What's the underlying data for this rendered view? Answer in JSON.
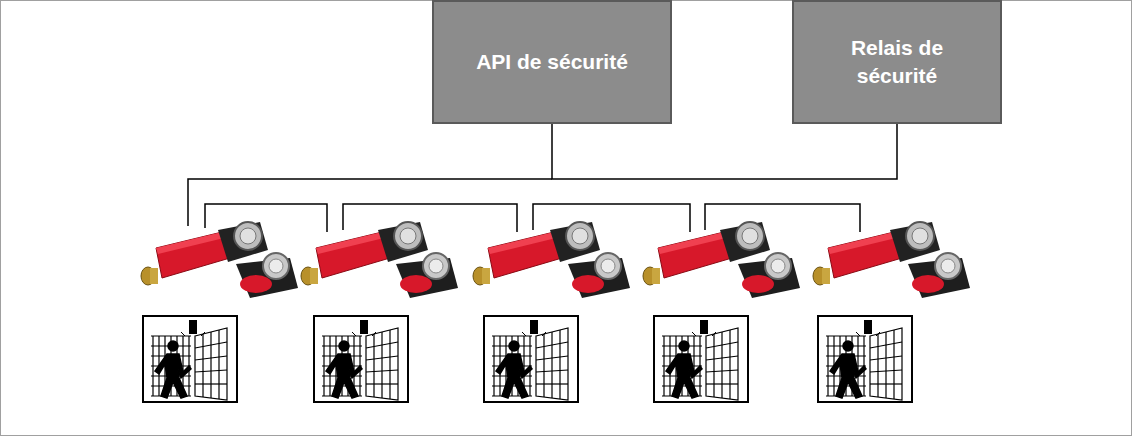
{
  "diagram": {
    "nodes": [
      {
        "text": [
          "API de sécurité"
        ]
      },
      {
        "text": [
          "Relais de sécurité"
        ]
      }
    ],
    "edges": [
      {
        "from": 0,
        "to": 1,
        "arrow": "none"
      }
    ]
  }
}
